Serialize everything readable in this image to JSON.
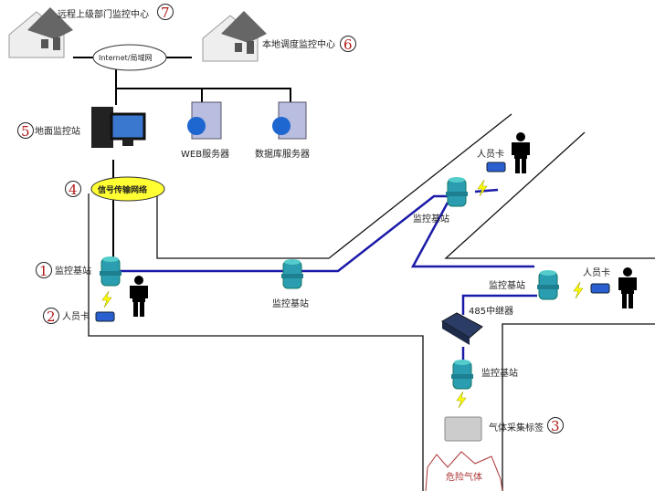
{
  "labels": {
    "remote_center": "远程上级部门监控中心",
    "local_center": "本地调度监控中心",
    "internet": "Internet/局域网",
    "ground_station": "地面监控站",
    "web_server": "WEB服务器",
    "db_server": "数据库服务器",
    "signal_network": "信号传输网络",
    "base_station": "监控基站",
    "person_card": "人员卡",
    "repeater": "485中继器",
    "gas_tag": "气体采集标签",
    "danger_gas": "危险气体"
  },
  "numbers": {
    "n1": "1",
    "n2": "2",
    "n3": "3",
    "n4": "4",
    "n5": "5",
    "n6": "6",
    "n7": "7"
  },
  "colors": {
    "link": "#1a1aa8",
    "wall": "#111111",
    "station": "#2a9db0",
    "cloud_yellow": "#ffff33",
    "number": "#b01818",
    "danger": "#a33"
  }
}
